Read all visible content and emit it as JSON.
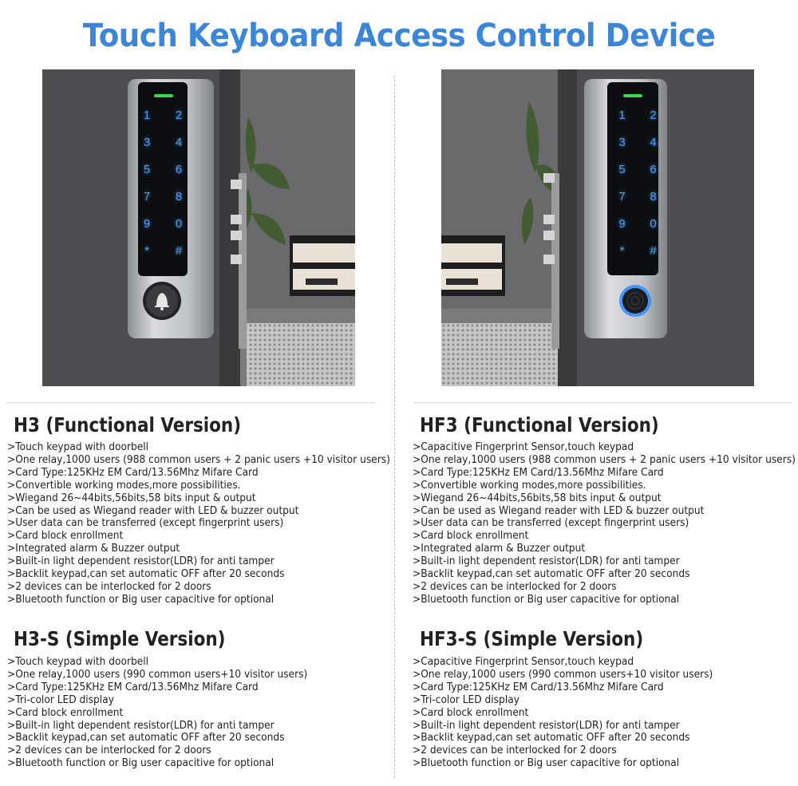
{
  "page": {
    "title": "Touch Keyboard Access Control Device"
  },
  "products": {
    "left": {
      "keys": [
        "1",
        "2",
        "3",
        "4",
        "5",
        "6",
        "7",
        "8",
        "9",
        "0",
        "*",
        "#"
      ],
      "functional": {
        "heading": "H3 (Functional Version)",
        "features": [
          ">Touch keypad with doorbell",
          ">One relay,1000 users (988 common users + 2 panic users +10 visitor users)",
          ">Card Type:125KHz EM Card/13.56Mhz Mifare Card",
          ">Convertible working modes,more possibilities.",
          ">Wiegand 26~44bits,56bits,58 bits input & output",
          ">Can be used as Wiegand reader with LED & buzzer output",
          ">User data can be transferred (except fingerprint users)",
          ">Card block enrollment",
          ">Integrated alarm & Buzzer output",
          ">Built-in light dependent resistor(LDR) for anti tamper",
          ">Backlit keypad,can set automatic OFF after 20 seconds",
          ">2 devices can be interlocked for 2 doors",
          ">Bluetooth function or Big user capacitive for optional"
        ]
      },
      "simple": {
        "heading": "H3-S (Simple Version)",
        "features": [
          ">Touch keypad with doorbell",
          ">One relay,1000 users (990 common users+10 visitor users)",
          ">Card Type:125KHz EM Card/13.56Mhz Mifare Card",
          ">Tri-color LED display",
          ">Card block enrollment",
          ">Built-in light dependent resistor(LDR) for anti tamper",
          ">Backlit keypad,can set automatic OFF after 20 seconds",
          ">2 devices can be interlocked for 2 doors",
          ">Bluetooth function or Big user capacitive for optional"
        ]
      }
    },
    "right": {
      "keys": [
        "1",
        "2",
        "3",
        "4",
        "5",
        "6",
        "7",
        "8",
        "9",
        "0",
        "*",
        "#"
      ],
      "functional": {
        "heading": "HF3 (Functional Version)",
        "features": [
          ">Capacitive Fingerprint Sensor,touch keypad",
          ">One relay,1000 users (988 common users + 2 panic users +10 visitor users)",
          ">Card Type:125KHz EM Card/13.56Mhz Mifare Card",
          ">Convertible working modes,more possibilities.",
          ">Wiegand 26~44bits,56bits,58 bits input & output",
          ">Can be used as Wiegand reader with LED & buzzer output",
          ">User data can be transferred (except fingerprint users)",
          ">Card block enrollment",
          ">Integrated alarm & Buzzer output",
          ">Built-in light dependent resistor(LDR) for anti tamper",
          ">Backlit keypad,can set automatic OFF after 20 seconds",
          ">2 devices can be interlocked for 2 doors",
          ">Bluetooth function or Big user capacitive for optional"
        ]
      },
      "simple": {
        "heading": "HF3-S (Simple Version)",
        "features": [
          ">Capacitive Fingerprint Sensor,touch keypad",
          ">One relay,1000 users (990 common users+10 visitor users)",
          ">Card Type:125KHz EM Card/13.56Mhz Mifare Card",
          ">Tri-color LED display",
          ">Card block enrollment",
          ">Built-in light dependent resistor(LDR) for anti tamper",
          ">Backlit keypad,can set automatic OFF after 20 seconds",
          ">2 devices can be interlocked for 2 doors",
          ">Bluetooth function or Big user capacitive for optional"
        ]
      }
    }
  },
  "colors": {
    "title": "#3d86d6",
    "key_glow": "#4a9cf5",
    "status_led": "#39d84a",
    "ring_blue": "#2f8cff"
  },
  "icons": {
    "left_device_button": "bell-icon",
    "right_device_button": "fingerprint-sensor-icon"
  }
}
